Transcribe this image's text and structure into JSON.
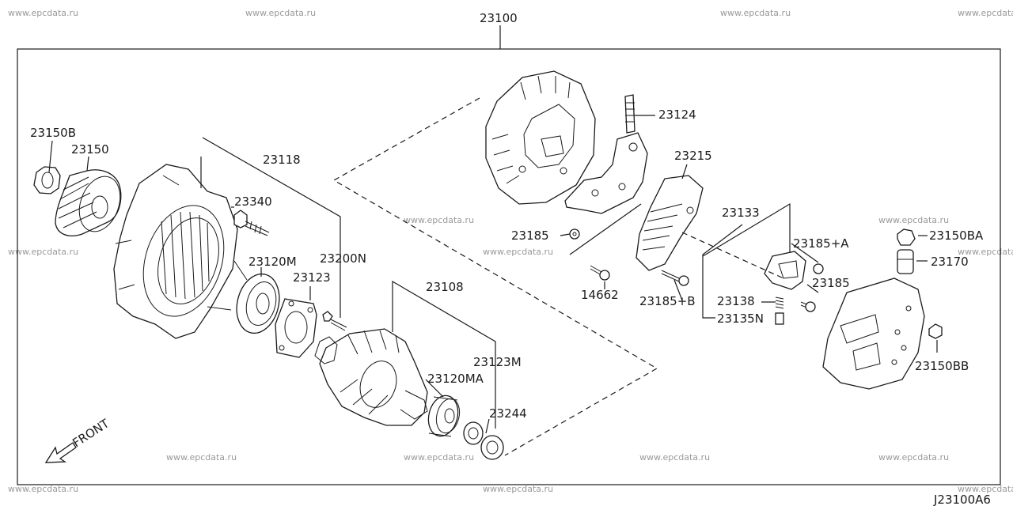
{
  "watermark": "www.epcdata.ru",
  "diagram_code": "J23100A6",
  "front_label": "FRONT",
  "assembly": {
    "number": "23100"
  },
  "callouts": [
    {
      "id": "23150B",
      "label": "23150B"
    },
    {
      "id": "23150",
      "label": "23150"
    },
    {
      "id": "23118",
      "label": "23118"
    },
    {
      "id": "23340",
      "label": "23340"
    },
    {
      "id": "23120M",
      "label": "23120M"
    },
    {
      "id": "23200N",
      "label": "23200N"
    },
    {
      "id": "23123",
      "label": "23123"
    },
    {
      "id": "23108",
      "label": "23108"
    },
    {
      "id": "23123M",
      "label": "23123M"
    },
    {
      "id": "23120MA",
      "label": "23120MA"
    },
    {
      "id": "23244",
      "label": "23244"
    },
    {
      "id": "23124",
      "label": "23124"
    },
    {
      "id": "23215",
      "label": "23215"
    },
    {
      "id": "23185",
      "label": "23185"
    },
    {
      "id": "14662",
      "label": "14662"
    },
    {
      "id": "23133",
      "label": "23133"
    },
    {
      "id": "23185A",
      "label": "23185+A"
    },
    {
      "id": "23185-2",
      "label": "23185"
    },
    {
      "id": "23185B",
      "label": "23185+B"
    },
    {
      "id": "23138",
      "label": "23138"
    },
    {
      "id": "23135N",
      "label": "23135N"
    },
    {
      "id": "23150BA",
      "label": "23150BA"
    },
    {
      "id": "23170",
      "label": "23170"
    },
    {
      "id": "23150BB",
      "label": "23150BB"
    }
  ]
}
